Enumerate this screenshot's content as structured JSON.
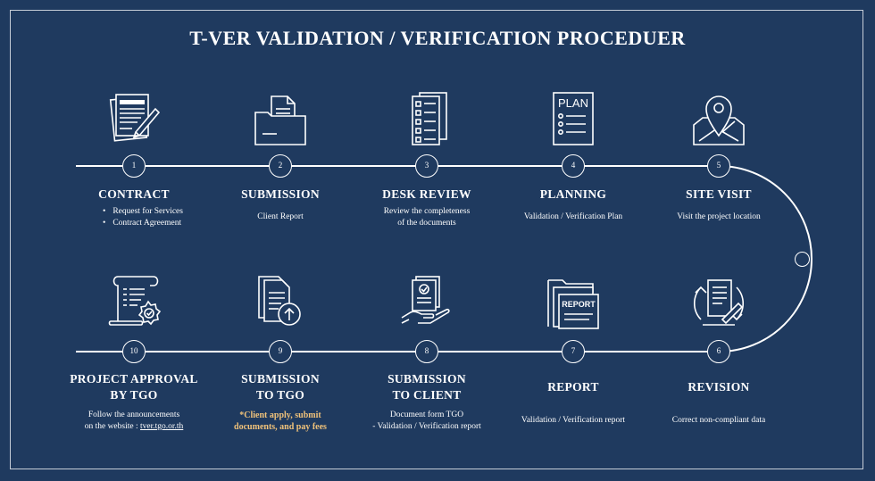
{
  "title": "T-VER VALIDATION / VERIFICATION PROCEDUER",
  "colors": {
    "background": "#1f3a5f",
    "line": "#ffffff",
    "note": "#f0c27a"
  },
  "steps": [
    {
      "num": "1",
      "title": "CONTRACT",
      "icon": "contract-icon",
      "bullets": [
        "Request for Services",
        "Contract Agreement"
      ]
    },
    {
      "num": "2",
      "title": "SUBMISSION",
      "icon": "folder-documents-icon",
      "desc": "Client Report"
    },
    {
      "num": "3",
      "title": "DESK REVIEW",
      "icon": "checklist-icon",
      "desc_lines": [
        "Review the completeness",
        "of the documents"
      ]
    },
    {
      "num": "4",
      "title": "PLANNING",
      "icon": "plan-document-icon",
      "desc": "Validation / Verification Plan"
    },
    {
      "num": "5",
      "title": "SITE VISIT",
      "icon": "map-location-icon",
      "desc": "Visit the project location"
    },
    {
      "num": "6",
      "title": "REVISION",
      "icon": "document-revision-icon",
      "desc": "Correct non-compliant data"
    },
    {
      "num": "7",
      "title": "REPORT",
      "icon": "report-folder-icon",
      "desc": "Validation / Verification report"
    },
    {
      "num": "8",
      "title_lines": [
        "SUBMISSION",
        "TO CLIENT"
      ],
      "icon": "hand-document-icon",
      "desc_lines": [
        "Document form TGO",
        "- Validation / Verification report"
      ]
    },
    {
      "num": "9",
      "title_lines": [
        "SUBMISSION",
        "TO TGO"
      ],
      "icon": "upload-document-icon",
      "note_lines": [
        "*Client apply, submit",
        "documents, and pay fees"
      ]
    },
    {
      "num": "10",
      "title_lines": [
        "PROJECT APPROVAL",
        "BY TGO"
      ],
      "icon": "approval-scroll-icon",
      "desc_lines": [
        "Follow the announcements",
        "on the website : "
      ],
      "link": "tver.tgo.or.th"
    }
  ]
}
